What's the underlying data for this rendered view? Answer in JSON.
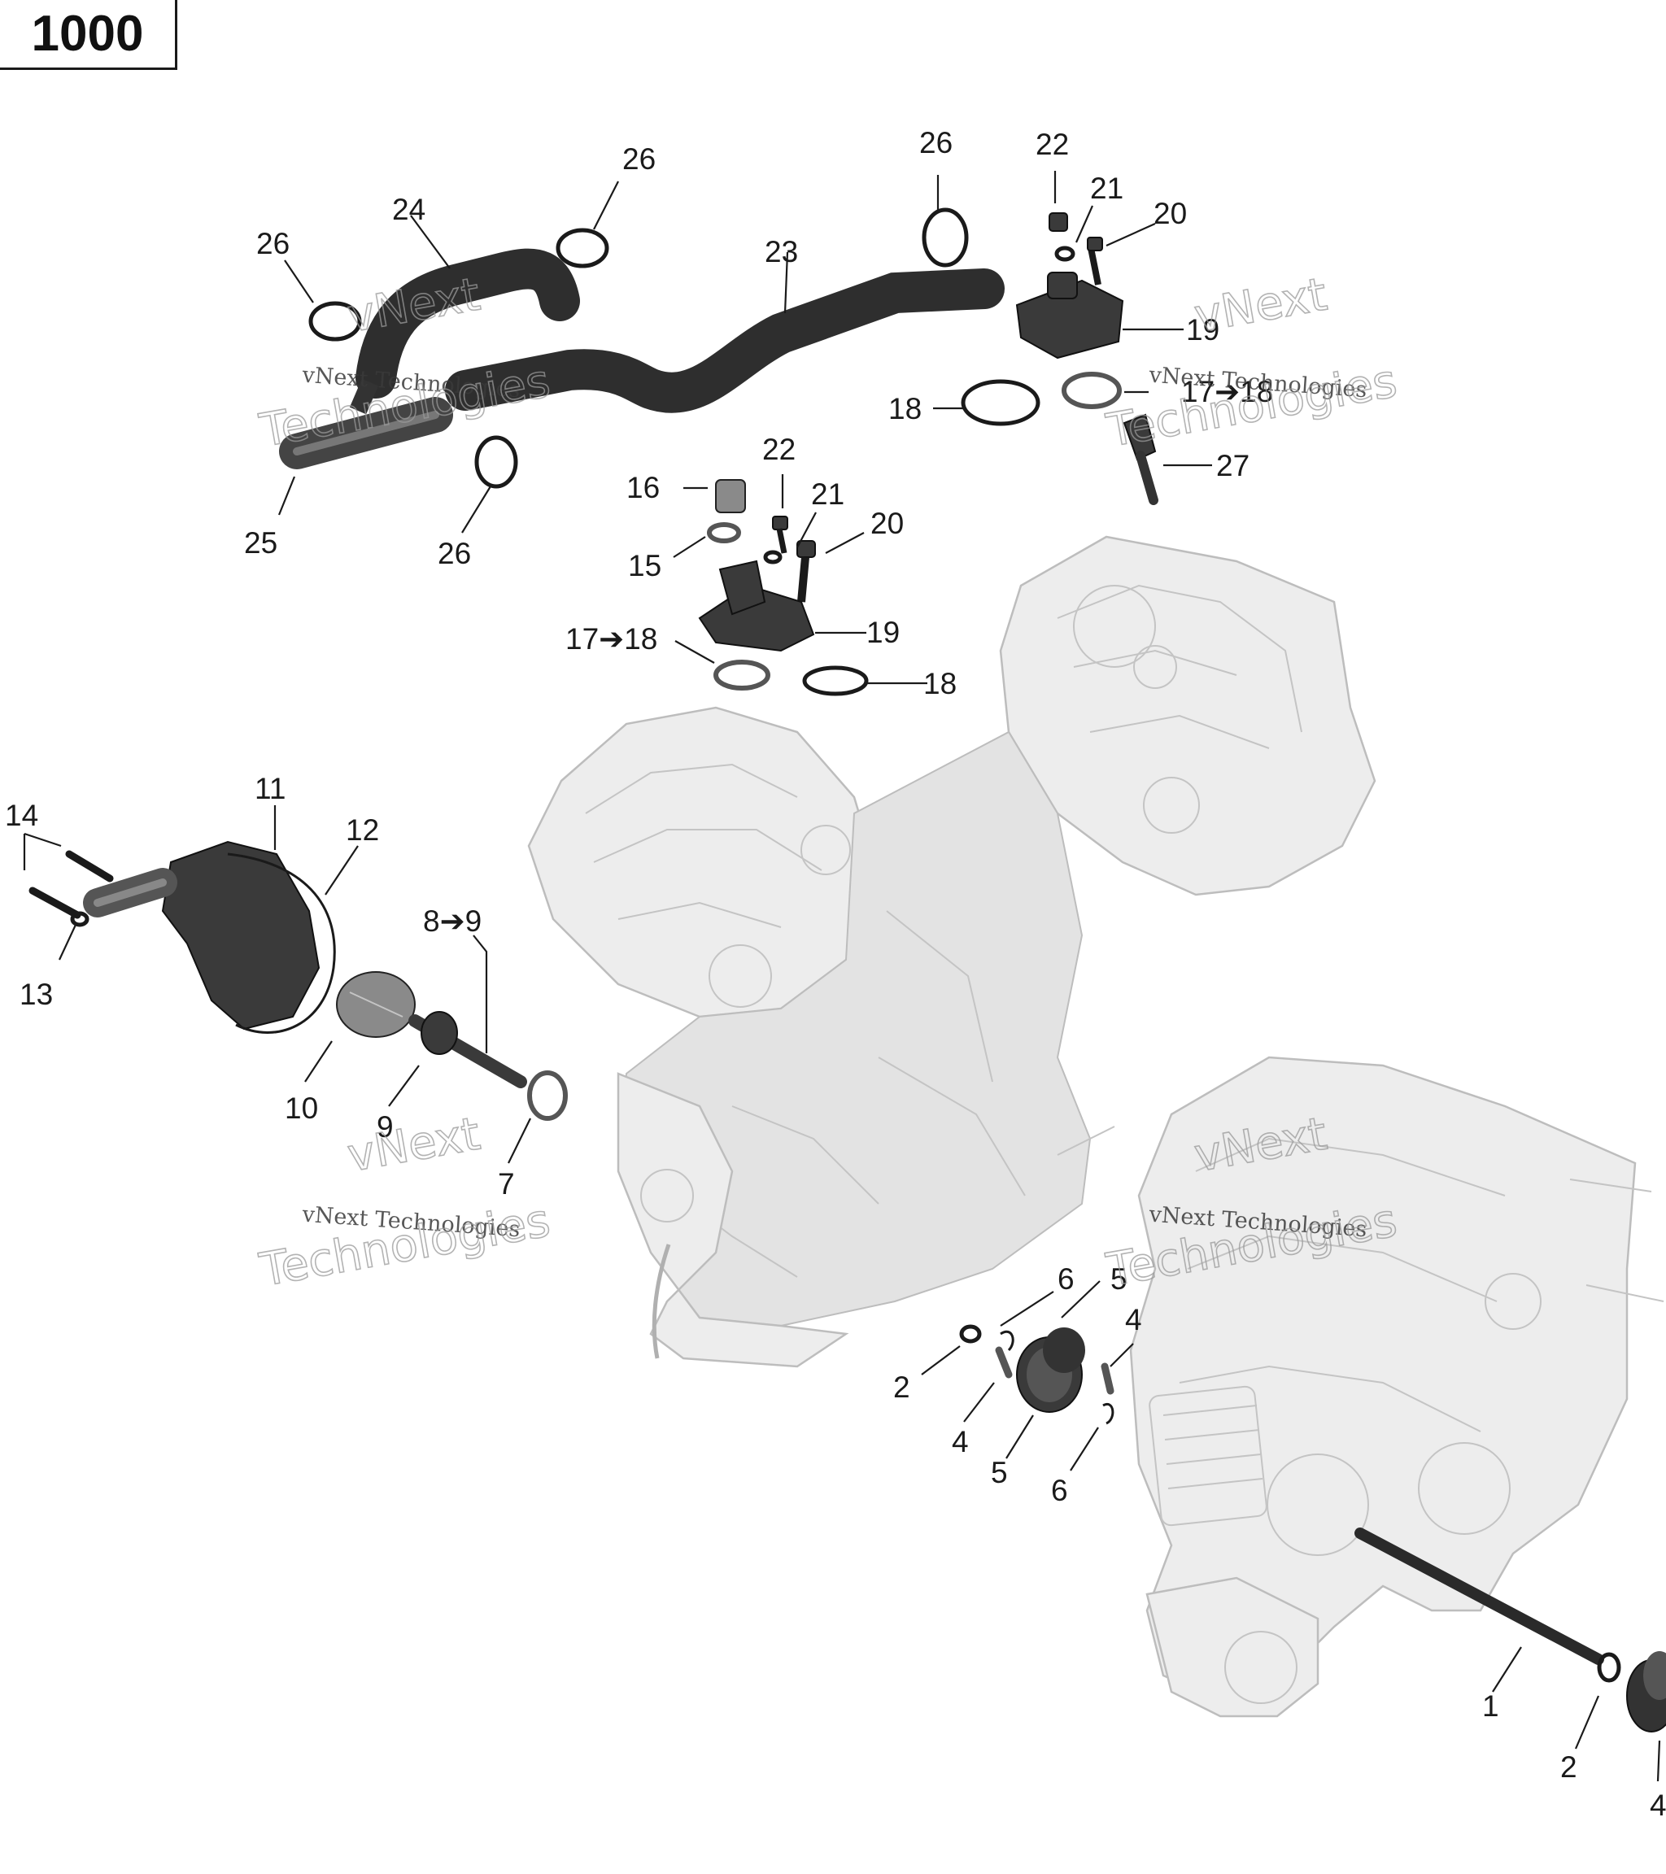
{
  "diagram": {
    "badge": "1000",
    "colors": {
      "parts": "#3a3a3a",
      "engine": "#ededed",
      "text": "#1a1a1a",
      "watermark": "#9a9a9a"
    },
    "watermarks": [
      {
        "small": "vNext Technologies",
        "big_top": "vNext",
        "big_bottom": "Technologies"
      },
      {
        "small": "vNext Technologies",
        "big_top": "vNext",
        "big_bottom": "Technologies"
      },
      {
        "small": "vNext Technologies",
        "big_top": "vNext",
        "big_bottom": "Technologies"
      },
      {
        "small": "vNext Technologies",
        "big_top": "vNext",
        "big_bottom": "Technologies"
      }
    ],
    "callouts": [
      "26",
      "24",
      "26",
      "23",
      "26",
      "22",
      "21",
      "20",
      "19",
      "18",
      "17➔18",
      "27",
      "25",
      "26",
      "16",
      "22",
      "21",
      "20",
      "15",
      "19",
      "17➔18",
      "18",
      "14",
      "11",
      "12",
      "13",
      "8➔9",
      "10",
      "9",
      "7",
      "6",
      "5",
      "4",
      "2",
      "4",
      "5",
      "6",
      "1",
      "2",
      "4"
    ]
  }
}
